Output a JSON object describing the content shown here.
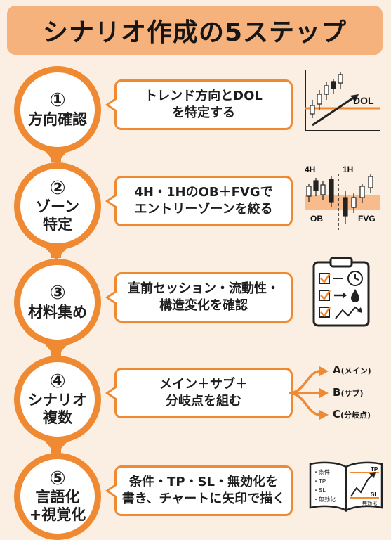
{
  "title": "シナリオ作成の5ステップ",
  "steps": [
    {
      "number": "①",
      "label": "方向確認",
      "description": "トレンド方向とDOL\nを特定する"
    },
    {
      "number": "②",
      "label": "ゾーン\n特定",
      "description": "4H・1HのOB＋FVGで\nエントリーゾーンを絞る"
    },
    {
      "number": "③",
      "label": "材料集め",
      "description": "直前セッション・流動性・\n構造変化を確認"
    },
    {
      "number": "④",
      "label": "シナリオ\n複数",
      "description": "メイン＋サブ＋\n分岐点を組む"
    },
    {
      "number": "⑤",
      "label": "言語化\n+視覚化",
      "description": "条件・TP・SL・無効化を\n書き、チャートに矢印で描く"
    }
  ],
  "illustrations": {
    "step1_chart": {
      "dol_label": "DOL"
    },
    "step2_chart": {
      "tf_left": "4H",
      "tf_right": "1H",
      "ob_label": "OB",
      "fvg_label": "FVG"
    },
    "step4_branches": [
      {
        "letter": "A",
        "note": "(メイン)"
      },
      {
        "letter": "B",
        "note": "(サブ)"
      },
      {
        "letter": "C",
        "note": "(分岐点)"
      }
    ],
    "step5_notebook": {
      "list_items": [
        "・条件",
        "・TP",
        "・SL",
        "・無効化"
      ],
      "tp_label": "TP",
      "sl_label": "SL",
      "invalid_label": "無効化"
    }
  },
  "colors": {
    "accent": "#ef8a33",
    "title_bg": "#f6b27c",
    "background": "#fbeee2",
    "zone_band": "#f6b27c"
  }
}
